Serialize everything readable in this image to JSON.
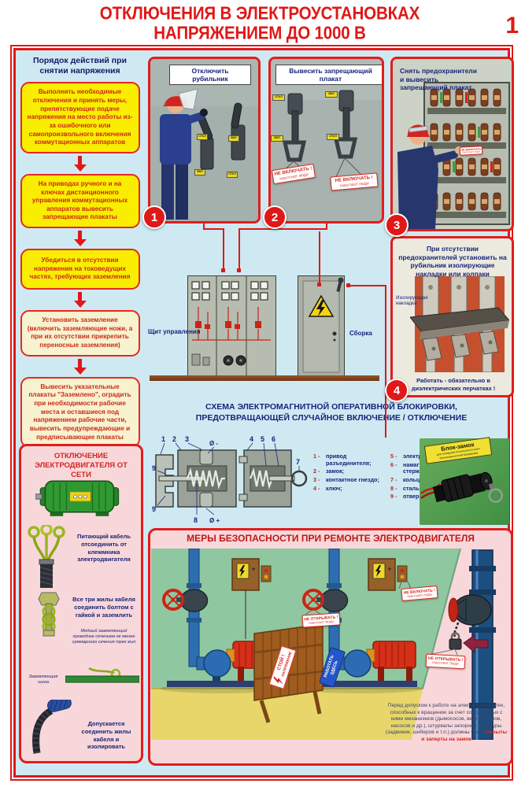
{
  "page": {
    "title_line1": "ОТКЛЮЧЕНИЯ В ЭЛЕКТРОУСТАНОВКАХ",
    "title_line2": "НАПРЯЖЕНИЕМ ДО 1000 В",
    "page_number": "1"
  },
  "procedure": {
    "header": "Порядок действий при снятии напряжения",
    "steps": [
      {
        "text": "Выполнить необходимые отключения и принять меры, препятствующие подаче напряжения на место работы из-за ошибочного или самопроизвольного включения коммутационных аппаратов"
      },
      {
        "text": "На приводах ручного и на ключах дистанционного управления коммутационных аппаратов вывесить запрещающие плакаты"
      },
      {
        "text": "Убедиться в отсутствии напряжения на токоведущих частях, требующих заземления"
      },
      {
        "text": "Установить заземление (включить заземляющие ножи, а при их отсутствии прикрепить переносные заземления)"
      },
      {
        "text": "Вывесить указательные плакаты \"Заземлено\", оградить при необходимости рабочие места и оставшиеся под напряжением рабочие части, вывесить предупреждающие и предписывающие плакаты"
      }
    ]
  },
  "motor_disconnect": {
    "title": "ОТКЛЮЧЕНИЕ ЭЛЕКТРОДВИГАТЕЛЯ ОТ СЕТИ",
    "label_cable": "Питающий кабель отсоединить от клеммника электродвигателя",
    "label_wires": "Все три жилы кабеля соединить болтом с гайкой и заземлить",
    "note_conductor": "Медный заземляющий проводник сечением не менее суммарного сечения трех жил",
    "label_bus": "Заземляющая шина",
    "label_allowed": "Допускается соединить жилы кабеля и изолировать"
  },
  "panels": [
    {
      "number": "1",
      "caption": "Отключить рубильник"
    },
    {
      "number": "2",
      "caption": "Вывесить запрещающий плакат"
    },
    {
      "number": "3",
      "caption": "Снять предохранители и вывесить запрещающий плакат"
    },
    {
      "number": "4",
      "caption": "При отсутствии предохранителей установить на рубильник изолирующие накладки или колпаки",
      "label": "Изолирующая накладка",
      "footer": "Работать - обязательно в диэлектрических перчатках !"
    }
  ],
  "signs": {
    "do_not_switch_on": "НЕ ВКЛЮЧАТЬ !",
    "people_working": "РАБОТАЮТ ЛЮДИ",
    "do_not_open": "НЕ ОТКРЫВАТЬ !",
    "stop_line1": "СТОЙ !",
    "stop_line2": "НАПРЯЖЕНИЕ",
    "work_here_line1": "РАБОТАТЬ",
    "work_here_line2": "ЗДЕСЬ",
    "on_tag": "ВКЛ",
    "off_tag": "ОТКЛ"
  },
  "equipment": {
    "control_panel": "Щит управления",
    "assembly": "Сборка"
  },
  "interlock": {
    "title_line1": "СХЕМА ЭЛЕКТРОМАГНИТНОЙ ОПЕРАТИВНОЙ БЛОКИРОВКИ,",
    "title_line2": "ПРЕДОТВРАЩАЮЩЕЙ СЛУЧАЙНОЕ ВКЛЮЧЕНИЕ / ОТКЛЮЧЕНИЕ",
    "nums": [
      "1",
      "2",
      "3",
      "4",
      "5",
      "6",
      "7",
      "8",
      "9"
    ],
    "phi_minus": "Ø -",
    "phi_plus": "Ø +",
    "legend_col1": [
      {
        "n": "1 -",
        "t": "привод разъединителя;"
      },
      {
        "n": "2 -",
        "t": "замок;"
      },
      {
        "n": "3 -",
        "t": "контактное гнездо;"
      },
      {
        "n": "4 -",
        "t": "ключ;"
      }
    ],
    "legend_col2": [
      {
        "n": "5 -",
        "t": "электромагнит;"
      },
      {
        "n": "6 -",
        "t": "намагничивающий стержень;"
      },
      {
        "n": "7 -",
        "t": "кольцо;"
      },
      {
        "n": "8 -",
        "t": "стальной стержень;"
      },
      {
        "n": "9 -",
        "t": "отверстие"
      }
    ],
    "lock_title": "Блок-замок",
    "lock_subtitle": "для отпирания используется ключ электромагнитной блокировки"
  },
  "safety": {
    "title": "МЕРЫ БЕЗОПАСНОСТИ ПРИ РЕМОНТЕ ЭЛЕКТРОДВИГАТЕЛЯ",
    "note_text": "Перед допуском к работе на электродвигателях, способных к вращению за счет соединенных с ними механизмов (дымососов, вентиляторов, насосов и др.), штурвалы запорной арматуры (задвижек, шиберов и т.п.) должны быть ",
    "note_bold": "закрыты и заперты на замок"
  },
  "colors": {
    "accent_red": "#e01818",
    "navy": "#17247a",
    "step_yellow": "#f9ee00",
    "panel_pink": "#f8d7da",
    "scene_green": "#8fc7a0",
    "background_blue": "#cfe9f3"
  }
}
